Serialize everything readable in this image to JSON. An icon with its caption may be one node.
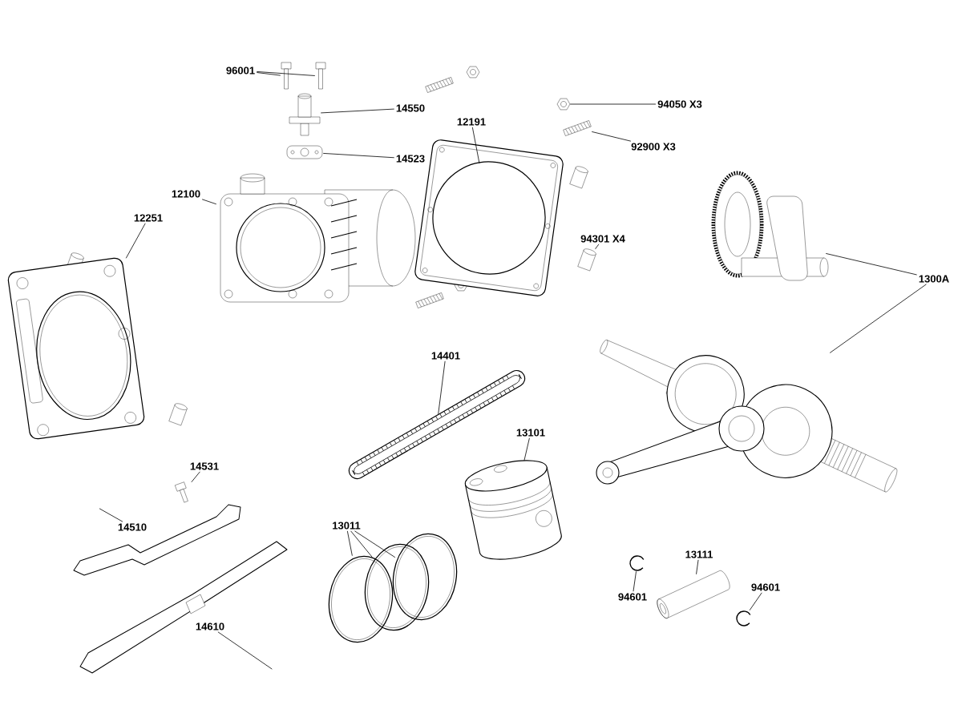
{
  "diagram": {
    "nodes": [
      {
        "text": [
          "96001"
        ]
      },
      {
        "text": [],
        "shape": "picture"
      },
      {
        "text": [],
        "shape": "picture"
      },
      {
        "text": [
          "14550"
        ]
      },
      {
        "text": [],
        "shape": "picture"
      },
      {
        "text": [
          "14523"
        ]
      },
      {
        "text": [],
        "shape": "picture"
      },
      {
        "text": [
          "12191"
        ]
      },
      {
        "text": [],
        "shape": "picture"
      },
      {
        "text": [
          "94050 X3"
        ]
      },
      {
        "text": [],
        "shape": "picture"
      },
      {
        "text": [
          "92900 X3"
        ]
      },
      {
        "text": [],
        "shape": "picture"
      },
      {
        "text": [
          "12100"
        ]
      },
      {
        "text": [],
        "shape": "picture"
      },
      {
        "text": [
          "94301 X4"
        ]
      },
      {
        "text": [],
        "shape": "picture"
      },
      {
        "text": [
          "1300A"
        ]
      },
      {
        "text": [],
        "shape": "picture"
      },
      {
        "text": [],
        "shape": "picture"
      },
      {
        "text": [
          "12251"
        ]
      },
      {
        "text": [],
        "shape": "picture"
      },
      {
        "text": [
          "14401"
        ]
      },
      {
        "text": [],
        "shape": "picture"
      },
      {
        "text": [
          "13101"
        ]
      },
      {
        "text": [],
        "shape": "picture"
      },
      {
        "text": [
          "14531"
        ]
      },
      {
        "text": [],
        "shape": "picture"
      },
      {
        "text": [
          "14510"
        ]
      },
      {
        "text": [],
        "shape": "picture"
      },
      {
        "text": [
          "13011"
        ]
      },
      {
        "text": [],
        "shape": "picture"
      },
      {
        "text": [],
        "shape": "picture"
      },
      {
        "text": [],
        "shape": "picture"
      },
      {
        "text": [
          "13111"
        ]
      },
      {
        "text": [],
        "shape": "picture"
      },
      {
        "text": [
          "94601"
        ]
      },
      {
        "text": [],
        "shape": "picture"
      },
      {
        "text": [
          "94601"
        ]
      },
      {
        "text": [],
        "shape": "picture"
      },
      {
        "text": [
          "14610"
        ]
      },
      {
        "text": [],
        "shape": "picture"
      }
    ],
    "edges": [
      {
        "from": 0,
        "to": 1,
        "arrow": "none"
      },
      {
        "from": 0,
        "to": 2,
        "arrow": "none"
      },
      {
        "from": 3,
        "to": 4,
        "arrow": "none"
      },
      {
        "from": 5,
        "to": 6,
        "arrow": "none"
      },
      {
        "from": 7,
        "to": 8,
        "arrow": "none"
      },
      {
        "from": 9,
        "to": 10,
        "arrow": "none"
      },
      {
        "from": 11,
        "to": 12,
        "arrow": "none"
      },
      {
        "from": 13,
        "to": 14,
        "arrow": "none"
      },
      {
        "from": 15,
        "to": 16,
        "arrow": "none"
      },
      {
        "from": 17,
        "to": 18,
        "arrow": "none"
      },
      {
        "from": 17,
        "to": 19,
        "arrow": "none"
      },
      {
        "from": 20,
        "to": 21,
        "arrow": "none"
      },
      {
        "from": 22,
        "to": 23,
        "arrow": "none"
      },
      {
        "from": 24,
        "to": 25,
        "arrow": "none"
      },
      {
        "from": 26,
        "to": 27,
        "arrow": "none"
      },
      {
        "from": 28,
        "to": 29,
        "arrow": "none"
      },
      {
        "from": 30,
        "to": 31,
        "arrow": "none"
      },
      {
        "from": 30,
        "to": 32,
        "arrow": "none"
      },
      {
        "from": 30,
        "to": 33,
        "arrow": "none"
      },
      {
        "from": 34,
        "to": 35,
        "arrow": "none"
      },
      {
        "from": 36,
        "to": 37,
        "arrow": "none"
      },
      {
        "from": 38,
        "to": 39,
        "arrow": "none"
      },
      {
        "from": 40,
        "to": 41,
        "arrow": "none"
      }
    ]
  }
}
